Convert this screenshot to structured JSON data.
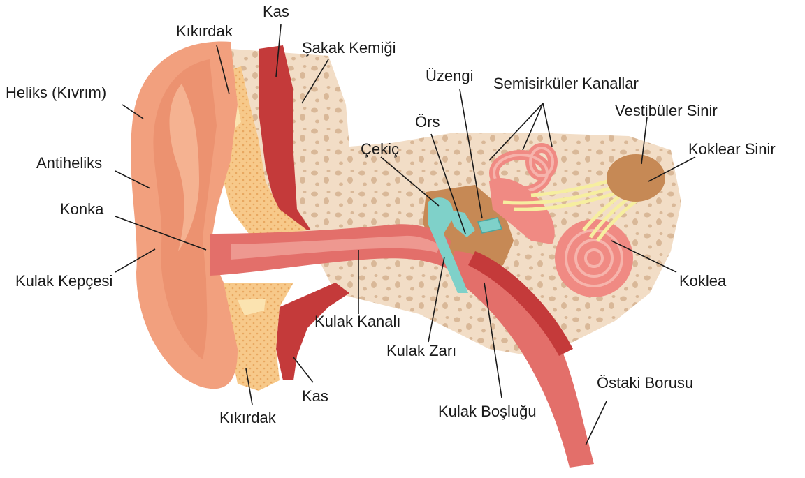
{
  "labels": {
    "kikirdak_top": "Kıkırdak",
    "kas_top": "Kas",
    "sakak_kemigi": "Şakak Kemiği",
    "heliks": "Heliks (Kıvrım)",
    "antiheliks": "Antiheliks",
    "konka": "Konka",
    "kulak_kepcesi": "Kulak Kepçesi",
    "uzengi": "Üzengi",
    "semisirkuler": "Semisirküler Kanallar",
    "ors": "Örs",
    "vestibuler": "Vestibüler Sinir",
    "cekic": "Çekiç",
    "koklear": "Koklear Sinir",
    "koklea": "Koklea",
    "kulak_kanali": "Kulak Kanalı",
    "kulak_zari": "Kulak Zarı",
    "ostaki": "Östaki Borusu",
    "kikirdak_bottom": "Kıkırdak",
    "kas_bottom": "Kas",
    "kulak_boslugu": "Kulak Boşluğu"
  },
  "colors": {
    "ear_skin": "#f2a07e",
    "ear_inner": "#e88968",
    "cartilage": "#f7c98a",
    "cartilage_light": "#fbe3b0",
    "muscle": "#c43a3a",
    "bone": "#f2ddc6",
    "bone_pore": "#d9b898",
    "canal": "#e36f6a",
    "ossicle": "#7fd1c9",
    "cochlea": "#f08a83",
    "nerve": "#f6eea0",
    "cavity": "#c68955",
    "text": "#1a1a1a"
  }
}
